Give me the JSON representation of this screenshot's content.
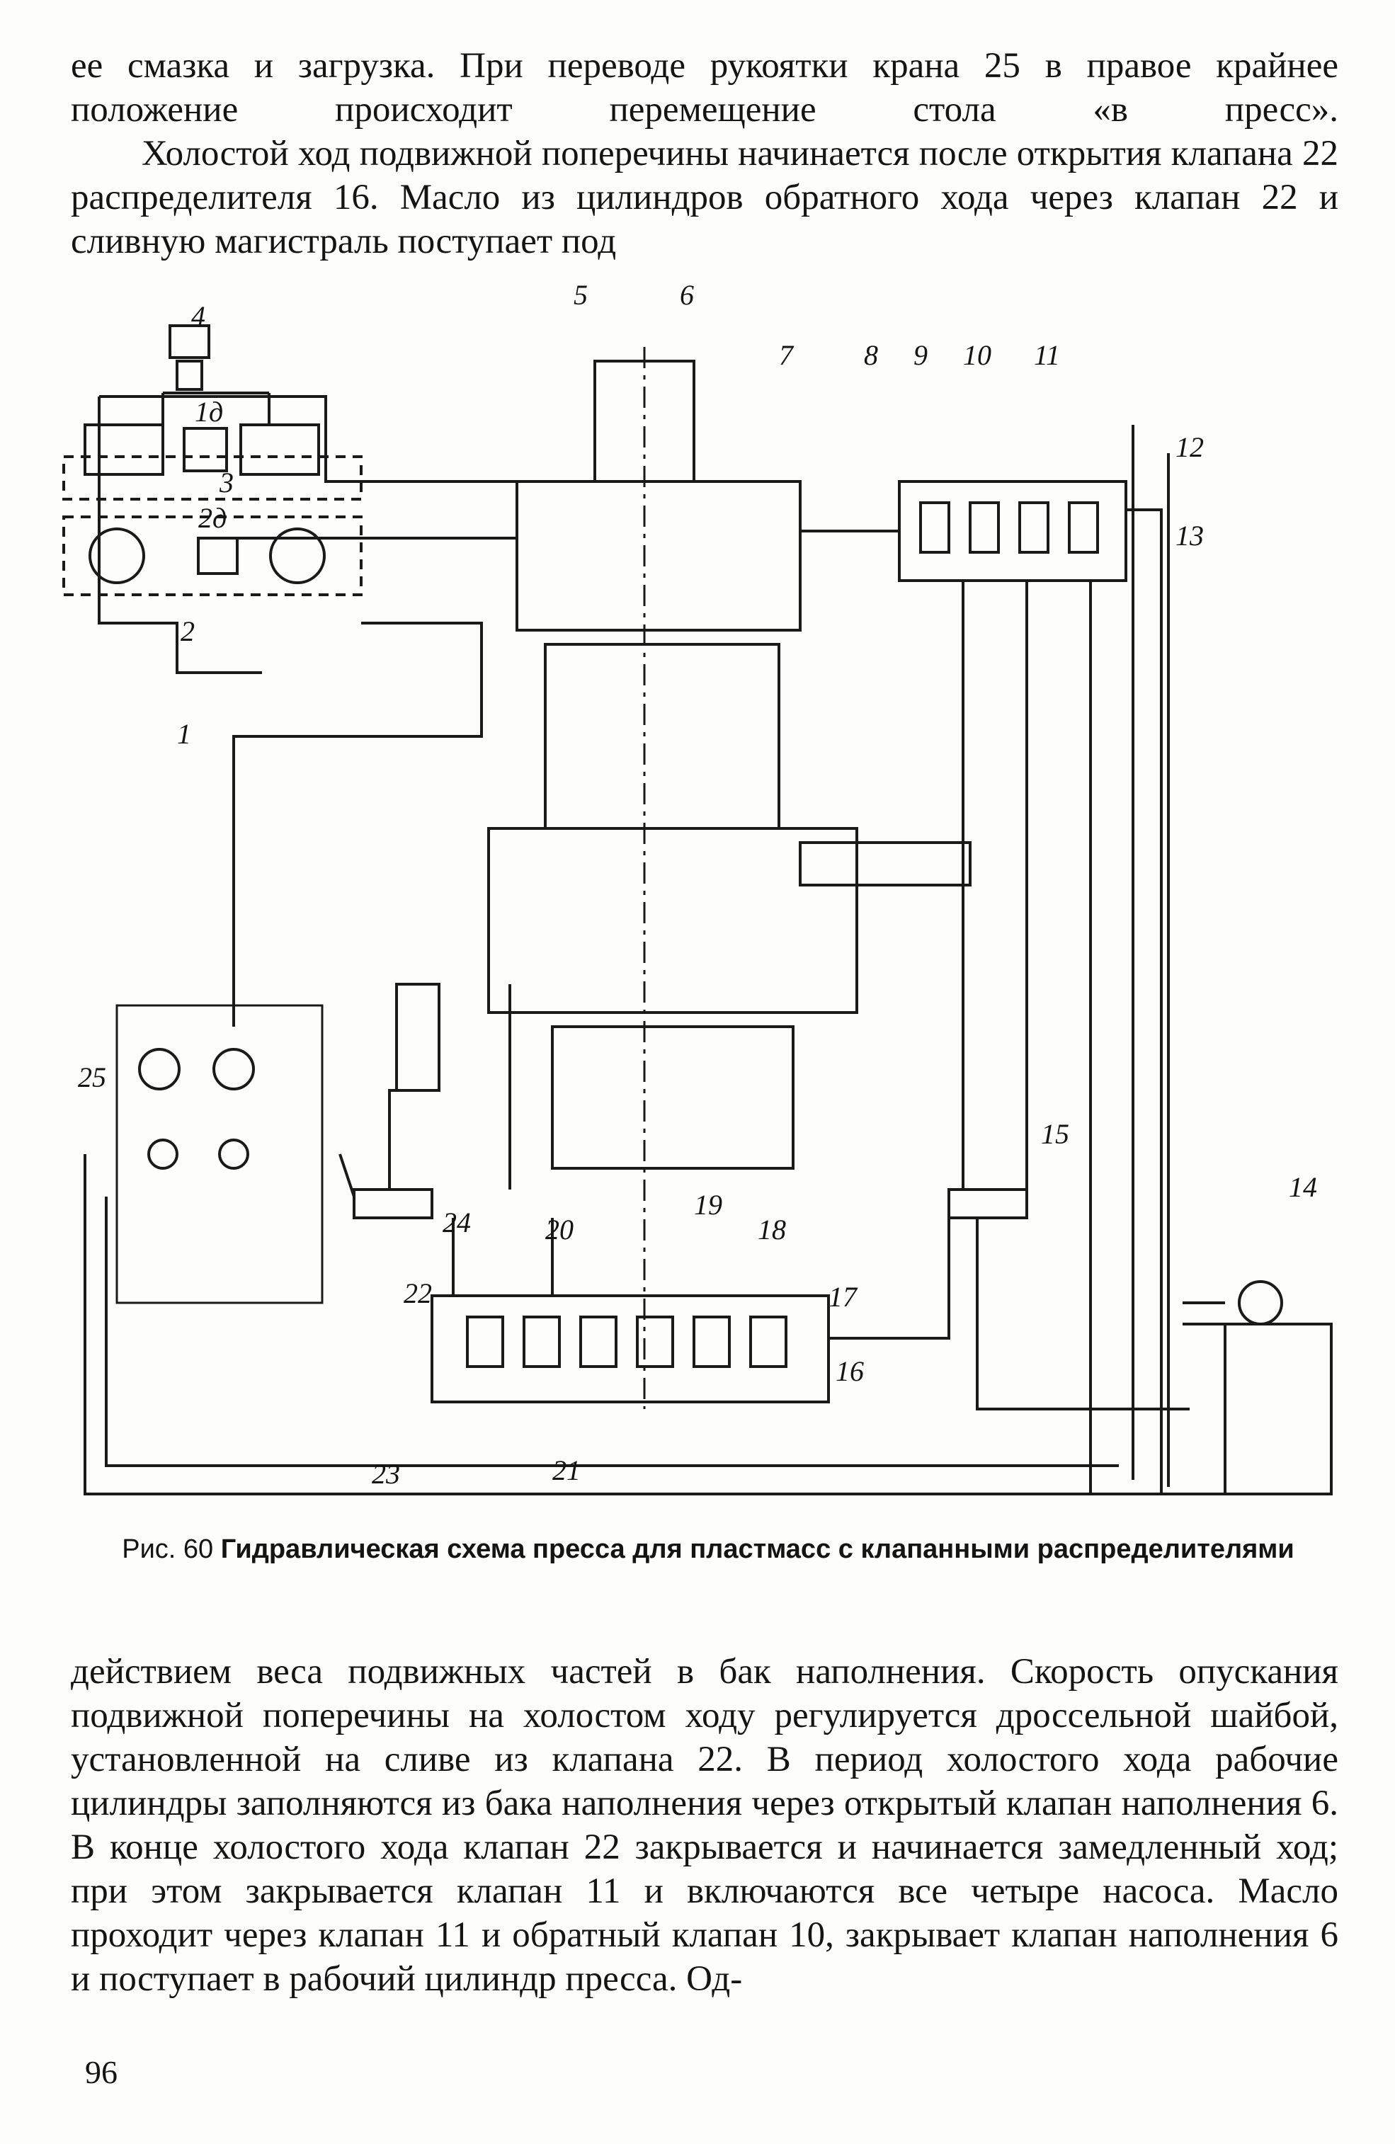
{
  "paragraphs_top": [
    "ее смазка и загрузка. При переводе рукоятки крана 25 в правое крайнее положение происходит перемещение стола «в пресс».",
    "Холостой ход подвижной поперечины начинается после открытия клапана 22 распределителя 16. Масло из цилиндров обратного хода через клапан 22 и сливную магистраль поступает под"
  ],
  "figure": {
    "caption_prefix": "Рис. 60",
    "caption_text": "Гидравлическая схема пресса для пластмасс с клапанными распределителями",
    "labels": {
      "l1": "1",
      "l2": "2",
      "l3": "3",
      "l4": "4",
      "l5": "5",
      "l6": "6",
      "l7": "7",
      "l8": "8",
      "l9": "9",
      "l10": "10",
      "l11": "11",
      "l12": "12",
      "l13": "13",
      "l14": "14",
      "l15": "15",
      "l16": "16",
      "l17": "17",
      "l18": "18",
      "l19": "19",
      "l20": "20",
      "l21": "21",
      "l22": "22",
      "l23": "23",
      "l24": "24",
      "l25": "25",
      "l1d": "1д",
      "l2d": "2д"
    }
  },
  "paragraph_bottom": "действием веса подвижных частей в бак наполнения. Скорость опускания подвижной поперечины на холостом ходу регулируется дроссельной шайбой, установленной на сливе из клапана 22. В период холостого хода рабочие цилиндры заполняются из бака наполнения через открытый клапан наполнения 6. В конце холостого хода клапан 22 закрывается и начинается замедленный ход; при этом закрывается клапан 11 и включаются все четыре насоса. Масло проходит через клапан 11 и обратный клапан 10, закрывает клапан наполнения 6 и поступает в рабочий цилиндр пресса. Од-",
  "page_number": "96"
}
